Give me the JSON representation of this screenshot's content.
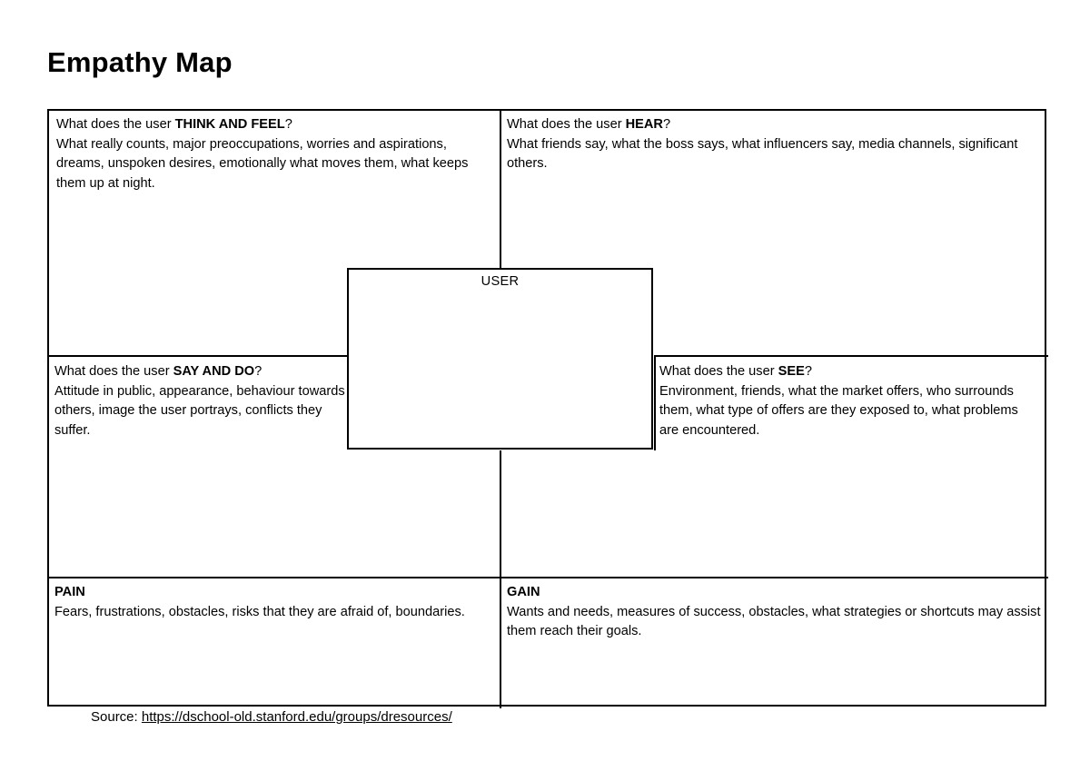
{
  "page": {
    "title": "Empathy Map"
  },
  "center": {
    "label": "USER"
  },
  "quadrants": {
    "think_feel": {
      "heading_prefix": "What does the user ",
      "heading_key": "THINK AND FEEL",
      "heading_suffix": "?",
      "body": "What really counts, major preoccupations, worries and aspirations, dreams, unspoken desires, emotionally what moves them, what keeps them up at night."
    },
    "hear": {
      "heading_prefix": "What does the user ",
      "heading_key": "HEAR",
      "heading_suffix": "?",
      "body": "What friends say, what the boss says, what influencers say, media channels, significant others."
    },
    "say_do": {
      "heading_prefix": "What does the user ",
      "heading_key": "SAY AND DO",
      "heading_suffix": "?",
      "body": "Attitude in public, appearance, behaviour towards others, image the user portrays, conflicts they suffer."
    },
    "see": {
      "heading_prefix": "What does the user ",
      "heading_key": "SEE",
      "heading_suffix": "?",
      "body": "Environment, friends, what the market offers, who surrounds them, what type of offers are they exposed to, what problems are encountered."
    },
    "pain": {
      "heading": "PAIN",
      "body": "Fears, frustrations, obstacles, risks that they are afraid of, boundaries."
    },
    "gain": {
      "heading": "GAIN",
      "body": "Wants and needs, measures of success, obstacles, what strategies or shortcuts may assist them reach their goals."
    }
  },
  "source": {
    "label": "Source: ",
    "url_text": "https://dschool-old.stanford.edu/groups/dresources/"
  },
  "colors": {
    "border": "#000000",
    "text": "#000000",
    "background": "#ffffff"
  }
}
